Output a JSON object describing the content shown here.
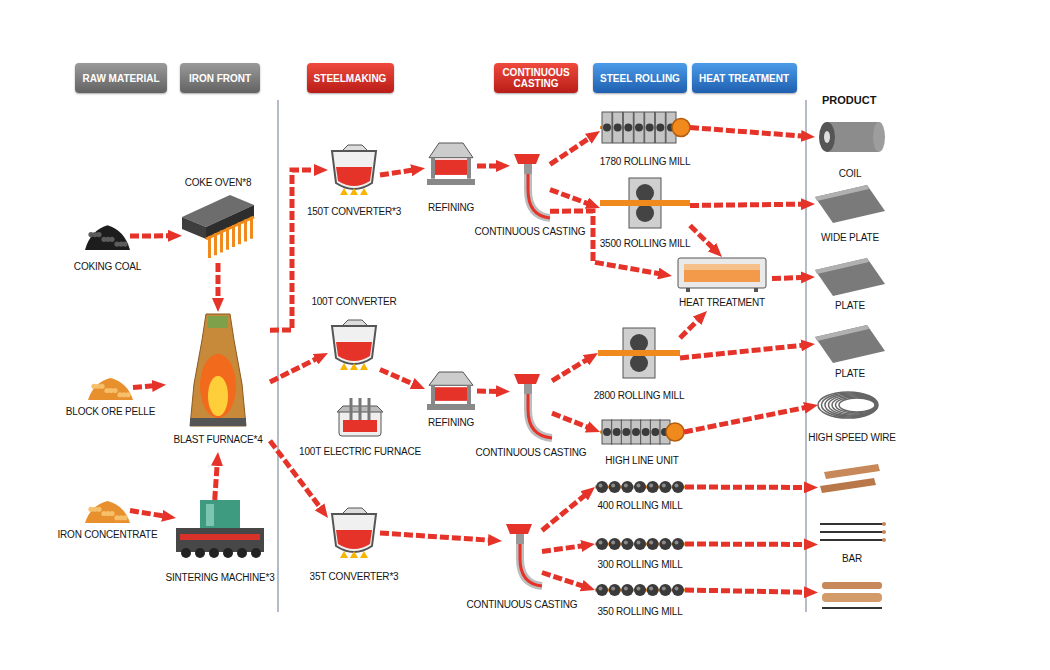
{
  "diagram": {
    "nodes": [
      {
        "text": [
          "RAW MATERIAL"
        ]
      },
      {
        "text": [
          "IRON FRONT"
        ]
      },
      {
        "text": [
          "STEELMAKING"
        ]
      },
      {
        "text": [
          "CONTINUOUS CASTING"
        ]
      },
      {
        "text": [
          "STEEL ROLLING"
        ]
      },
      {
        "text": [
          "HEAT TREATMENT"
        ]
      },
      {
        "text": [
          "COKING COAL"
        ]
      },
      {
        "text": [
          "COKE OVEN*8"
        ]
      },
      {
        "text": [
          "BLOCK ORE PELLE"
        ]
      },
      {
        "text": [
          "BLAST FURNACE*4"
        ]
      },
      {
        "text": [
          "IRON CONCENTRATE"
        ]
      },
      {
        "text": [
          "SINTERING MACHINE*3"
        ]
      },
      {
        "text": [
          "150T CONVERTER*3"
        ]
      },
      {
        "text": [
          "100T CONVERTER"
        ]
      },
      {
        "text": [
          "100T  ELECTRIC FURNACE"
        ]
      },
      {
        "text": [
          "35T CONVERTER*3"
        ]
      },
      {
        "text": [
          "REFINING"
        ]
      },
      {
        "text": [
          "REFINING"
        ]
      },
      {
        "text": [
          "CONTINUOUS CASTING"
        ]
      },
      {
        "text": [
          "CONTINUOUS CASTING"
        ]
      },
      {
        "text": [
          "CONTINUOUS CASTING"
        ]
      },
      {
        "text": [
          "1780 ROLLING MILL"
        ]
      },
      {
        "text": [
          "3500 ROLLING MILL"
        ]
      },
      {
        "text": [
          "HEAT TREATMENT"
        ]
      },
      {
        "text": [
          "2800 ROLLING MILL"
        ]
      },
      {
        "text": [
          "HIGH LINE UNIT"
        ]
      },
      {
        "text": [
          "400 ROLLING MILL"
        ]
      },
      {
        "text": [
          "300 ROLLING MILL"
        ]
      },
      {
        "text": [
          "350 ROLLING MILL"
        ]
      },
      {
        "text": [
          "COIL"
        ]
      },
      {
        "text": [
          "WIDE PLATE"
        ]
      },
      {
        "text": [
          "PLATE"
        ]
      },
      {
        "text": [
          "PLATE"
        ]
      },
      {
        "text": [
          "HIGH SPEED WIRE"
        ]
      },
      {
        "text": [
          "BAR"
        ]
      }
    ],
    "edges": [
      {
        "from": 6,
        "to": 7,
        "arrow": "to"
      },
      {
        "from": 7,
        "to": 9,
        "arrow": "to"
      },
      {
        "from": 8,
        "to": 9,
        "arrow": "to"
      },
      {
        "from": 10,
        "to": 11,
        "arrow": "to"
      },
      {
        "from": 11,
        "to": 9,
        "arrow": "to"
      },
      {
        "from": 9,
        "to": 12,
        "arrow": "to"
      },
      {
        "from": 9,
        "to": 13,
        "arrow": "to"
      },
      {
        "from": 9,
        "to": 15,
        "arrow": "to"
      },
      {
        "from": 12,
        "to": 16,
        "arrow": "to"
      },
      {
        "from": 16,
        "to": 18,
        "arrow": "to"
      },
      {
        "from": 18,
        "to": 21,
        "arrow": "to"
      },
      {
        "from": 18,
        "to": 22,
        "arrow": "to"
      },
      {
        "from": 18,
        "to": 23,
        "arrow": "to"
      },
      {
        "from": 21,
        "to": 29,
        "arrow": "to"
      },
      {
        "from": 22,
        "to": 30,
        "arrow": "to"
      },
      {
        "from": 22,
        "to": 23,
        "arrow": "to"
      },
      {
        "from": 23,
        "to": 31,
        "arrow": "to"
      },
      {
        "from": 13,
        "to": 17,
        "arrow": "to"
      },
      {
        "from": 17,
        "to": 19,
        "arrow": "to"
      },
      {
        "from": 19,
        "to": 24,
        "arrow": "to"
      },
      {
        "from": 19,
        "to": 25,
        "arrow": "to"
      },
      {
        "from": 24,
        "to": 23,
        "arrow": "to"
      },
      {
        "from": 24,
        "to": 32,
        "arrow": "to"
      },
      {
        "from": 25,
        "to": 33,
        "arrow": "to"
      },
      {
        "from": 15,
        "to": 20,
        "arrow": "to"
      },
      {
        "from": 20,
        "to": 26,
        "arrow": "to"
      },
      {
        "from": 20,
        "to": 27,
        "arrow": "to"
      },
      {
        "from": 20,
        "to": 28,
        "arrow": "to"
      },
      {
        "from": 26,
        "to": 34,
        "arrow": "to"
      },
      {
        "from": 27,
        "to": 34,
        "arrow": "to"
      },
      {
        "from": 28,
        "to": 34,
        "arrow": "to"
      }
    ],
    "labels": [
      "PRODUCT"
    ]
  }
}
